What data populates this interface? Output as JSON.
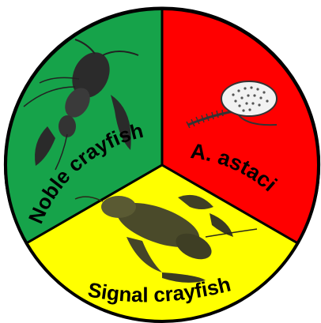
{
  "diagram": {
    "segments": [
      {
        "name": "noble",
        "label": "Noble crayfish",
        "color": "#16a34a"
      },
      {
        "name": "aphanomyces",
        "label": "A. astaci",
        "color": "#ff0000"
      },
      {
        "name": "signal",
        "label": "Signal crayfish",
        "color": "#ffff00"
      }
    ],
    "outline_color": "#000000"
  }
}
